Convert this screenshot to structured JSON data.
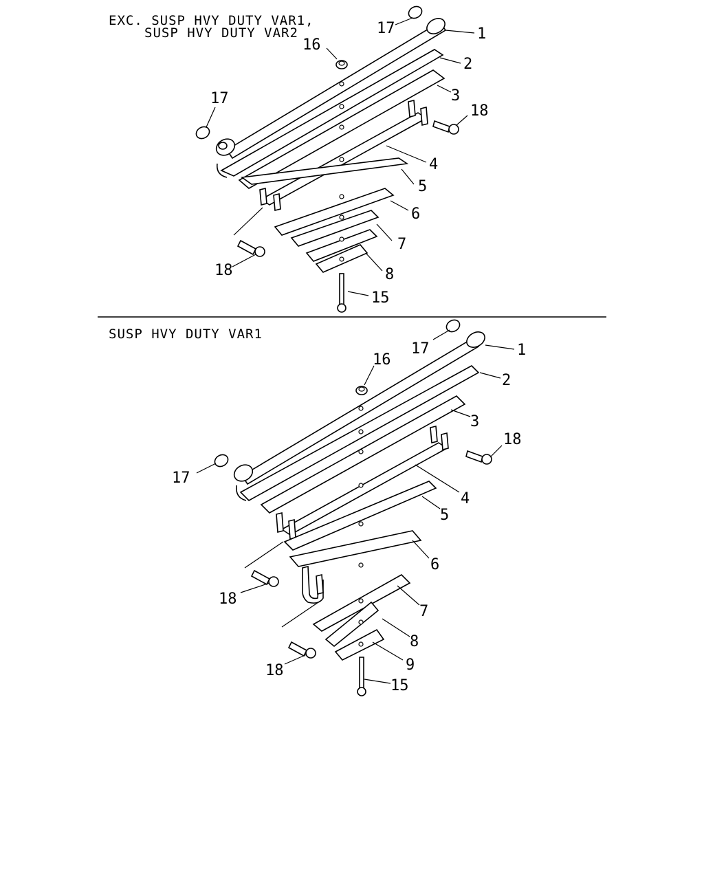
{
  "top_section": {
    "title_line1": "EXC. SUSP HVY DUTY VAR1,",
    "title_line2": "SUSP HVY DUTY VAR2",
    "callouts": [
      "1",
      "2",
      "3",
      "4",
      "5",
      "6",
      "7",
      "8",
      "15",
      "16",
      "17",
      "17",
      "18",
      "18"
    ]
  },
  "bottom_section": {
    "title": "SUSP HVY DUTY VAR1",
    "callouts": [
      "1",
      "2",
      "3",
      "4",
      "5",
      "6",
      "7",
      "8",
      "9",
      "15",
      "16",
      "17",
      "17",
      "18",
      "18",
      "18"
    ]
  }
}
